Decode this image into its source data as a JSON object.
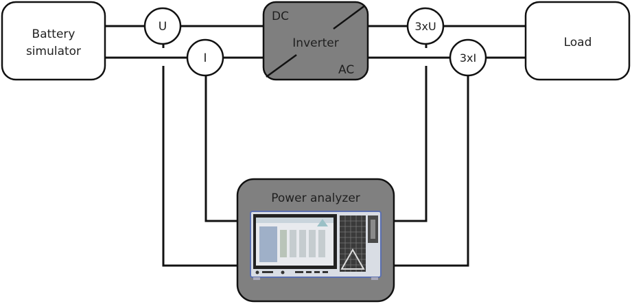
{
  "diagram": {
    "blocks": {
      "battery": {
        "line1": "Battery",
        "line2": "simulator"
      },
      "inverter": {
        "label": "Inverter",
        "dc": "DC",
        "ac": "AC"
      },
      "load": {
        "label": "Load"
      },
      "analyzer": {
        "label": "Power analyzer"
      }
    },
    "meters": {
      "u": "U",
      "i": "I",
      "u3": "3xU",
      "i3": "3xI"
    },
    "colors": {
      "block_fill": "#ffffff",
      "inverter_fill": "#7f7f7f",
      "analyzer_fill": "#808080",
      "line": "#111111",
      "device_body": "#d9dde4",
      "device_frame": "#5a6fb0"
    }
  }
}
